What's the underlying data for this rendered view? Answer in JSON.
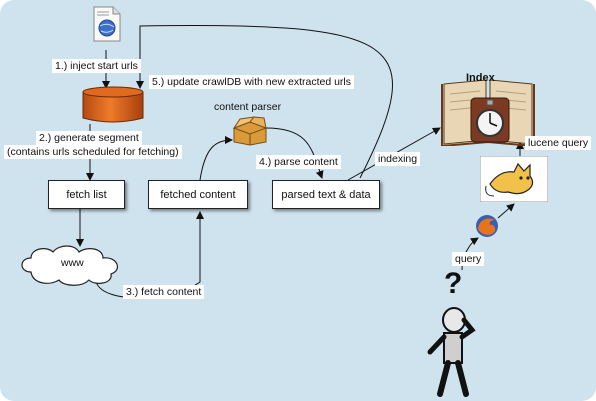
{
  "diagram": {
    "steps": {
      "inject": "1.) inject start urls",
      "generate_line1": "2.) generate segment",
      "generate_line2": "(contains urls scheduled for fetching)",
      "fetch": "3.) fetch content",
      "parse": "4.) parse content",
      "update": "5.) update crawlDB with new extracted urls"
    },
    "nodes": {
      "fetch_list": "fetch list",
      "fetched_content": "fetched content",
      "parsed_text": "parsed text & data",
      "www": "www",
      "content_parser": "content parser",
      "index": "Index"
    },
    "edges": {
      "indexing": "indexing",
      "lucene_query": "lucene query",
      "query": "query"
    },
    "glyphs": {
      "question_mark": "?"
    }
  }
}
